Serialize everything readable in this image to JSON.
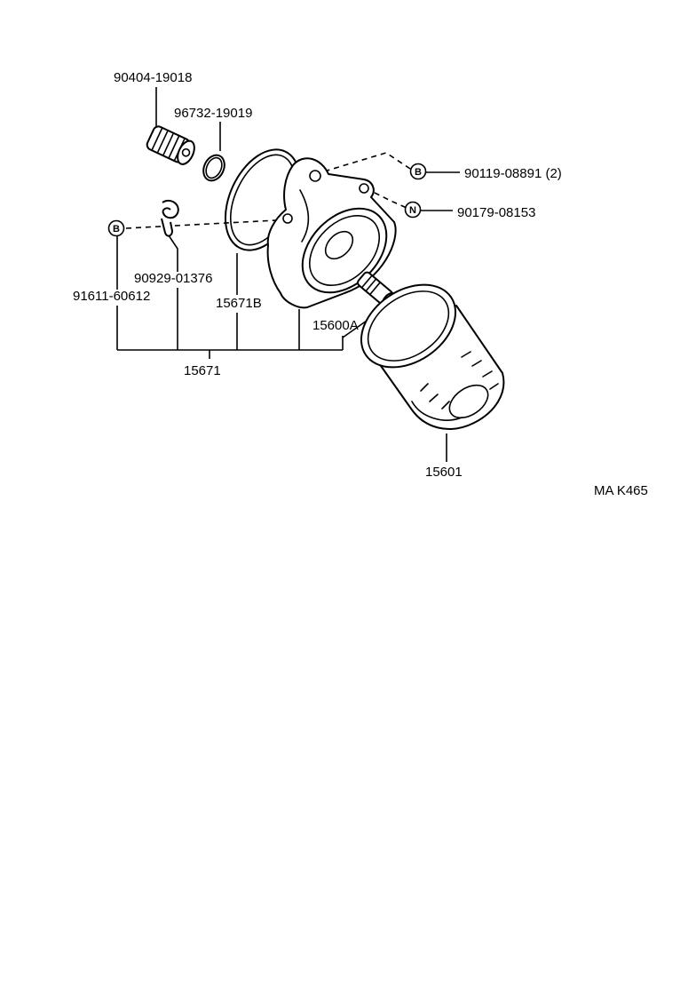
{
  "parts": {
    "union_bolt": "90404-19018",
    "o_ring_small": "96732-19019",
    "bolt_b_qty": "90119-08891 (2)",
    "nut": "90179-08153",
    "clip": "90929-01376",
    "stud": "91611-60612",
    "gasket": "15671B",
    "bracket_assy": "15671",
    "union": "15600A",
    "oil_filter": "15601"
  },
  "markers": {
    "b": "B",
    "n": "N"
  },
  "diagram_code": "MA  K465"
}
